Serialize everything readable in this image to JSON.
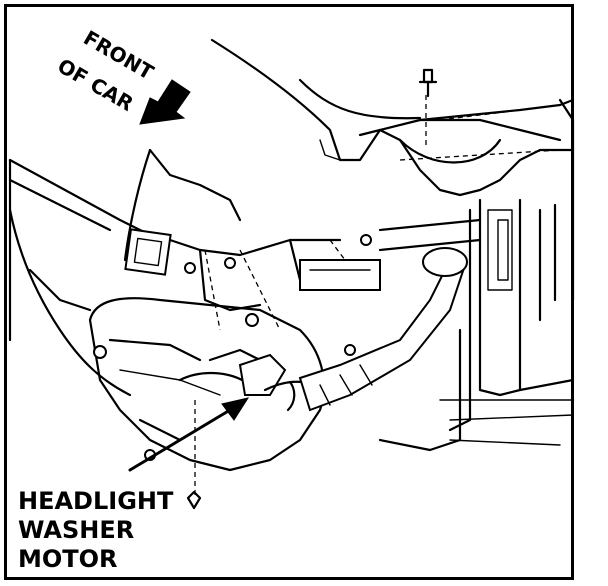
{
  "labels": {
    "front_line1": "FRONT",
    "front_line2": "OF CAR",
    "callout_line1": "HEADLIGHT",
    "callout_line2": "WASHER",
    "callout_line3": "MOTOR"
  },
  "colors": {
    "ink": "#000000",
    "background": "#ffffff"
  }
}
